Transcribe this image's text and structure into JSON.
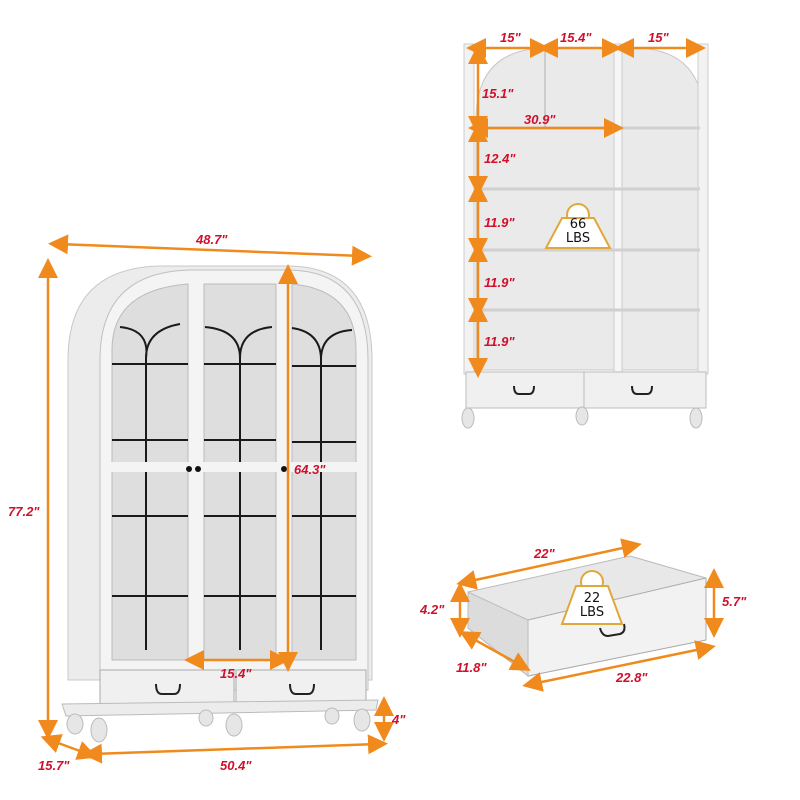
{
  "colors": {
    "dimension_text": "#d0102a",
    "arrow": "#f08a1c",
    "furniture": "#f2f2f2",
    "outline": "#c8c8c8",
    "grille": "#1a1a1a",
    "weight_badge_border": "#e0a83a"
  },
  "front_view": {
    "top_width": "48.7\"",
    "height": "77.2\"",
    "inner_height": "64.3\"",
    "door_width": "15.4\"",
    "leg_height": "4\"",
    "depth": "15.7\"",
    "bottom_width": "50.4\""
  },
  "interior_view": {
    "col_widths": [
      "15\"",
      "15.4\"",
      "15\""
    ],
    "arch_height": "15.1\"",
    "double_width": "30.9\"",
    "shelf_heights": [
      "12.4\"",
      "11.9\"",
      "11.9\"",
      "11.9\""
    ],
    "shelf_capacity": {
      "value": "66",
      "unit": "LBS"
    }
  },
  "drawer_view": {
    "inner_width": "22\"",
    "back_height": "4.2\"",
    "front_height": "5.7\"",
    "depth": "11.8\"",
    "outer_width": "22.8\"",
    "capacity": {
      "value": "22",
      "unit": "LBS"
    }
  }
}
